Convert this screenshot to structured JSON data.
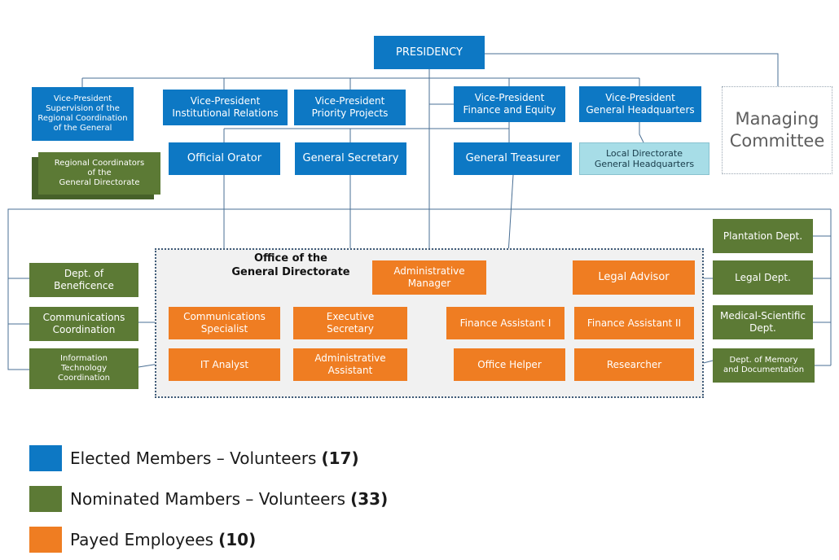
{
  "colors": {
    "elected": "#0d78c4",
    "nominated": "#5c7a35",
    "payed": "#ef7d22",
    "local": "#a7dde7",
    "connector": "#4a6f94"
  },
  "nodes": {
    "presidency": "PRESIDENCY",
    "vp_supervision": "Vice-President\nSupervision  of the\nRegional Coordination\nof the General",
    "vp_institutional": "Vice-President\nInstitutional Relations",
    "vp_priority": "Vice-President\nPriority Projects",
    "vp_finance": "Vice-President\nFinance and Equity",
    "vp_headquarters": "Vice-President\nGeneral Headquarters",
    "managing_committee": "Managing\nCommittee",
    "regional_coordinators": "Regional Coordinators\nof the\nGeneral Directorate",
    "official_orator": "Official Orator",
    "general_secretary": "General Secretary",
    "general_treasurer": "General Treasurer",
    "local_directorate": "Local Directorate\nGeneral Headquarters",
    "office_title": "Office of the\nGeneral Directorate",
    "administrative_manager": "Administrative\nManager",
    "legal_advisor": "Legal Advisor",
    "communications_specialist": "Communications\nSpecialist",
    "executive_secretary": "Executive\nSecretary",
    "finance_assistant_1": "Finance Assistant I",
    "finance_assistant_2": "Finance Assistant II",
    "it_analyst": "IT Analyst",
    "administrative_assistant": "Administrative\nAssistant",
    "office_helper": "Office Helper",
    "researcher": "Researcher",
    "dept_beneficence": "Dept. of\nBeneficence",
    "communications_coordination": "Communications\nCoordination",
    "it_coordination": "Information\nTechnology\nCoordination",
    "plantation_dept": "Plantation Dept.",
    "legal_dept": "Legal Dept.",
    "medical_dept": "Medical-Scientific\nDept.",
    "memory_dept": "Dept. of Memory\nand Documentation"
  },
  "legend": [
    {
      "label": "Elected Members – Volunteers",
      "count": "(17)",
      "color": "#0d78c4"
    },
    {
      "label": "Nominated Mambers – Volunteers",
      "count": "(33)",
      "color": "#5c7a35"
    },
    {
      "label": "Payed Employees",
      "count": "(10)",
      "color": "#ef7d22"
    }
  ]
}
